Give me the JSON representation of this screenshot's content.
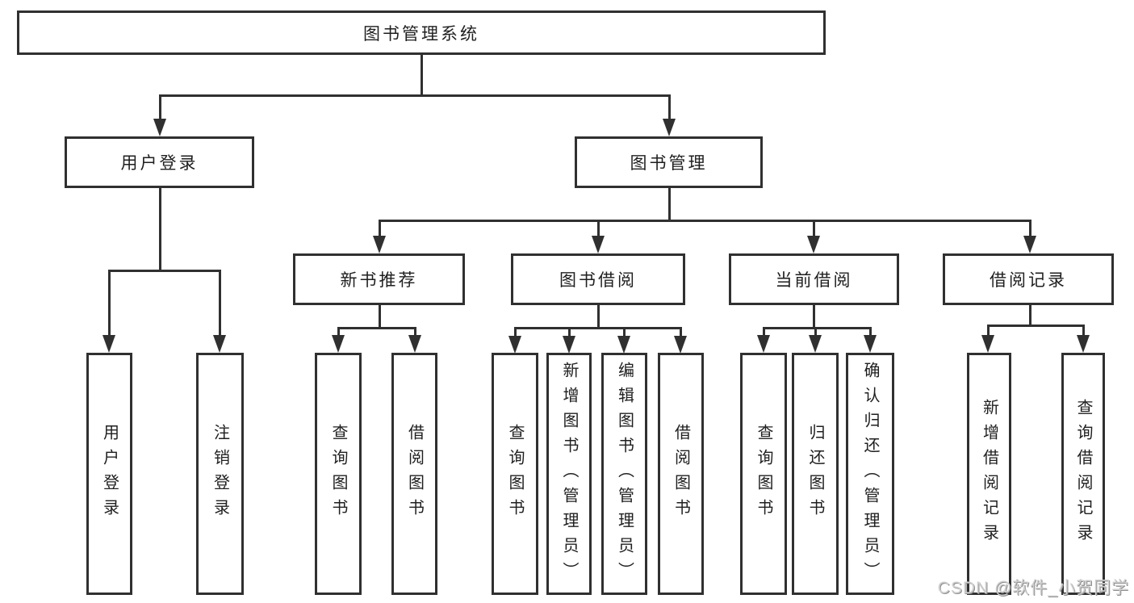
{
  "tree": {
    "label": "图书管理系统",
    "children": [
      {
        "label": "用户登录",
        "children": [
          {
            "label": "用户登录"
          },
          {
            "label": "注销登录"
          }
        ]
      },
      {
        "label": "图书管理",
        "children": [
          {
            "label": "新书推荐",
            "children": [
              {
                "label": "查询图书"
              },
              {
                "label": "借阅图书"
              }
            ]
          },
          {
            "label": "图书借阅",
            "children": [
              {
                "label": "查询图书"
              },
              {
                "label": "新增图书（管理员）"
              },
              {
                "label": "编辑图书（管理员）"
              },
              {
                "label": "借阅图书"
              }
            ]
          },
          {
            "label": "当前借阅",
            "children": [
              {
                "label": "查询图书"
              },
              {
                "label": "归还图书"
              },
              {
                "label": "确认归还（管理员）"
              }
            ]
          },
          {
            "label": "借阅记录",
            "children": [
              {
                "label": "新增借阅记录"
              },
              {
                "label": "查询借阅记录"
              }
            ]
          }
        ]
      }
    ]
  },
  "watermark": {
    "text": "CSDN @软件_小贺同学"
  },
  "colors": {
    "line": "#303030",
    "text": "#1f1f1f",
    "background": "#ffffff",
    "watermark": "#cfcfcf"
  }
}
